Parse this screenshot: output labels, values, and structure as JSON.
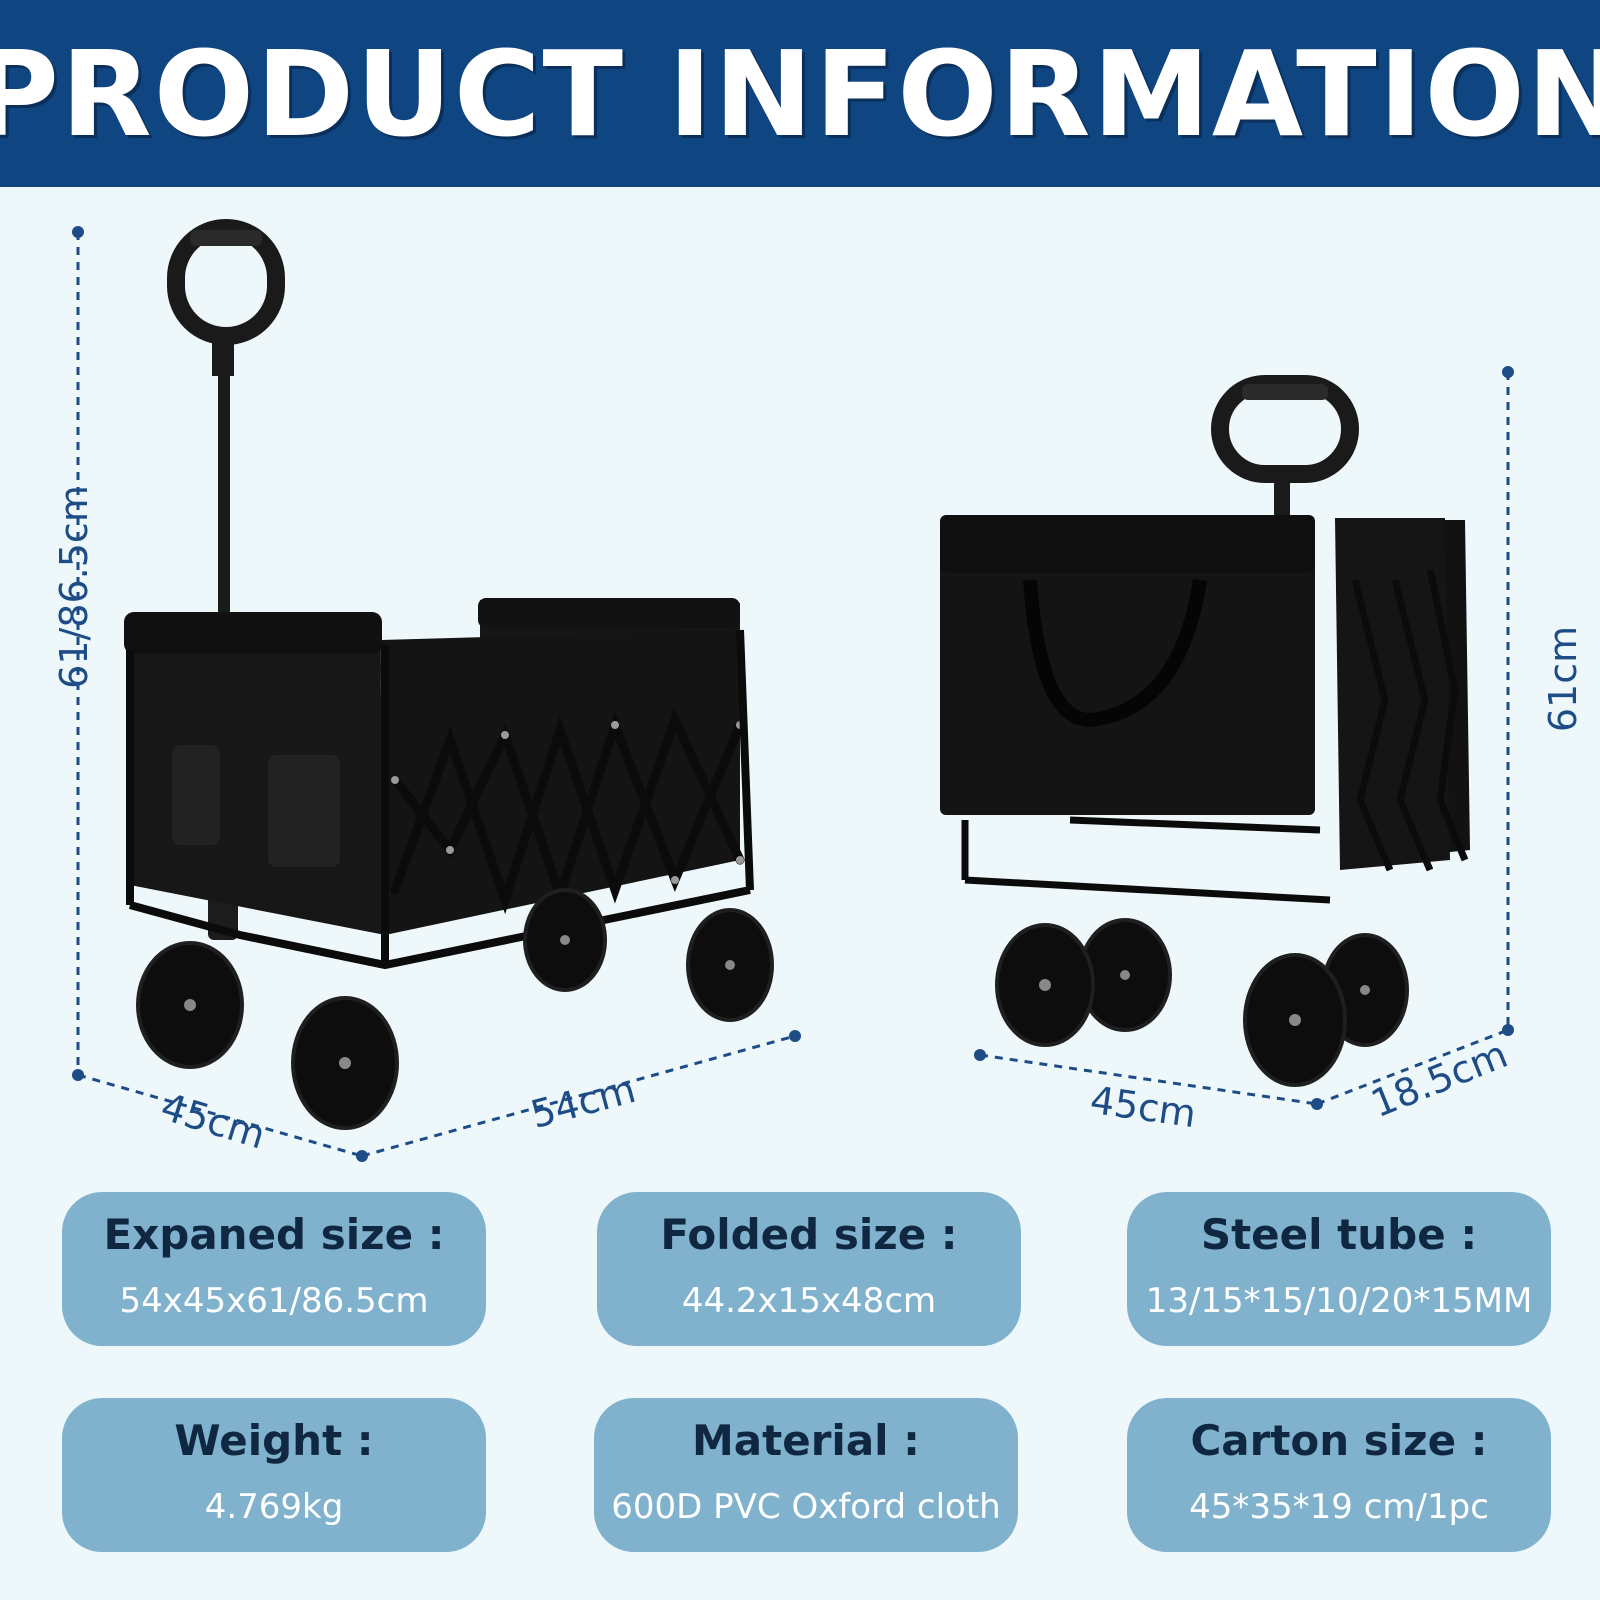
{
  "header": {
    "title": "PRODUCT INFORMATION"
  },
  "expanded_view": {
    "height_label": "61/86.5cm",
    "width_label": "45cm",
    "length_label": "54cm"
  },
  "folded_view": {
    "height_label": "61cm",
    "width_label": "45cm",
    "depth_label": "18.5cm"
  },
  "specs": [
    {
      "label": "Expaned size :",
      "value": "54x45x61/86.5cm"
    },
    {
      "label": "Folded size :",
      "value": "44.2x15x48cm"
    },
    {
      "label": "Steel tube :",
      "value": "13/15*15/10/20*15MM"
    },
    {
      "label": "Weight :",
      "value": "4.769kg"
    },
    {
      "label": "Material :",
      "value": "600D PVC Oxford cloth"
    },
    {
      "label": "Carton size :",
      "value": "45*35*19 cm/1pc"
    }
  ],
  "colors": {
    "header_bg": "#0f4580",
    "card_bg": "#80b2cd",
    "dimension_line": "#1d4c86"
  }
}
